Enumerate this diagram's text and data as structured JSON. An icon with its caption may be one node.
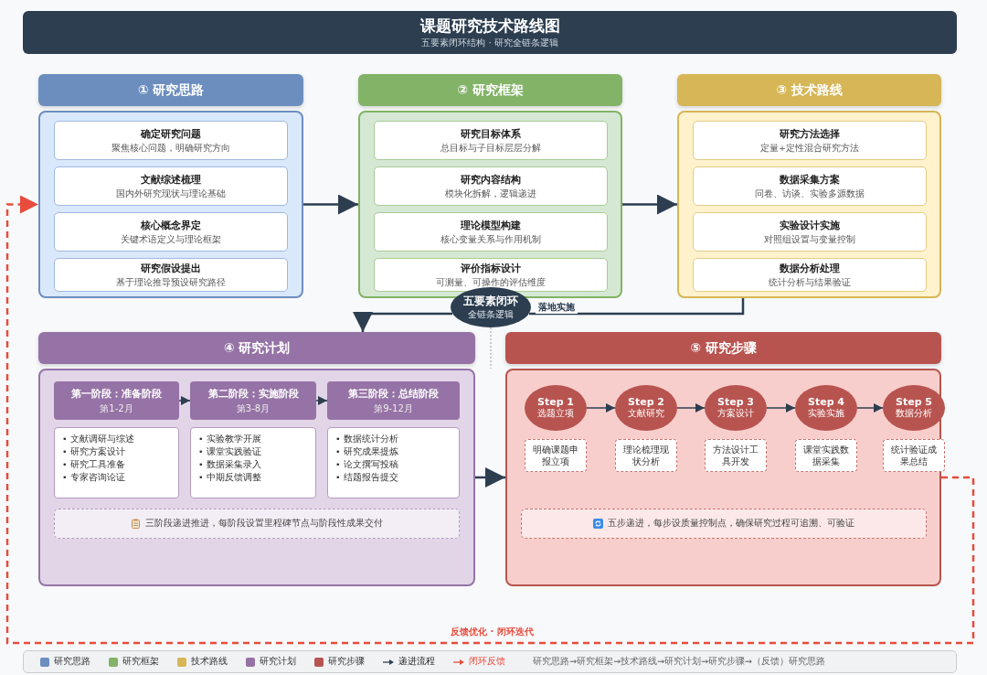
{
  "diagram": {
    "title": "课题研究技术路线图",
    "nodes": [
      {
        "text": [
          "① 研究思路"
        ]
      },
      {
        "text": [],
        "shape": "box"
      },
      {
        "text": [
          "确定研究问题",
          "聚焦核心问题，明确研究方向"
        ],
        "in": 1
      },
      {
        "text": [
          "文献综述梳理",
          "国内外研究现状与理论基础"
        ],
        "in": 1
      },
      {
        "text": [
          "核心概念界定",
          "关键术语定义与理论框架"
        ],
        "in": 1
      },
      {
        "text": [
          "研究假设提出",
          "基于理论推导预设研究路径"
        ],
        "in": 1
      },
      {
        "text": [
          "② 研究框架"
        ]
      },
      {
        "text": [],
        "shape": "box"
      },
      {
        "text": [
          "研究目标体系",
          "总目标与子目标层层分解"
        ],
        "in": 7
      },
      {
        "text": [
          "研究内容结构",
          "模块化拆解，逻辑递进"
        ],
        "in": 7
      },
      {
        "text": [
          "理论模型构建",
          "核心变量关系与作用机制"
        ],
        "in": 7
      },
      {
        "text": [
          "评价指标设计",
          "可测量、可操作的评估维度"
        ],
        "in": 7
      },
      {
        "text": [
          "③ 技术路线"
        ]
      },
      {
        "text": [],
        "shape": "box"
      },
      {
        "text": [
          "研究方法选择",
          "定量+定性混合研究方法"
        ],
        "in": 13
      },
      {
        "text": [
          "数据采集方案",
          "问卷、访谈、实验多源数据"
        ],
        "in": 13
      },
      {
        "text": [
          "实验设计实施",
          "对照组设置与变量控制"
        ],
        "in": 13
      },
      {
        "text": [
          "数据分析处理",
          "统计分析与结果验证"
        ],
        "in": 13
      },
      {
        "text": [
          "五要素闭环",
          "全链条逻辑"
        ]
      },
      {
        "text": [
          "④ 研究计划"
        ]
      },
      {
        "text": [],
        "shape": "box"
      },
      {
        "text": [
          "第一阶段：准备阶段",
          "第1-2月"
        ],
        "in": 20
      },
      {
        "text": [
          "• 文献调研与综述",
          "• 研究方案设计",
          "• 研究工具准备",
          "• 专家咨询论证"
        ],
        "in": 20
      },
      {
        "text": [
          "第二阶段：实施阶段",
          "第3-8月"
        ],
        "in": 20
      },
      {
        "text": [
          "• 实验教学开展",
          "• 课堂实践验证",
          "• 数据采集录入",
          "• 中期反馈调整"
        ],
        "in": 20
      },
      {
        "text": [
          "第三阶段：总结阶段",
          "第9-12月"
        ],
        "in": 20
      },
      {
        "text": [
          "• 数据统计分析",
          "• 研究成果提炼",
          "• 论文撰写投稿",
          "• 结题报告提交"
        ],
        "in": 20
      },
      {
        "text": [
          "三阶段递进推进，每阶段设置里程碑节点与阶段性成果交付"
        ],
        "in": 20
      },
      {
        "text": [
          "⑤ 研究步骤"
        ]
      },
      {
        "text": [],
        "shape": "box"
      },
      {
        "text": [
          "Step 1",
          "选题立项"
        ],
        "in": 29
      },
      {
        "text": [
          "Step 2",
          "文献研究"
        ],
        "in": 29
      },
      {
        "text": [
          "Step 3",
          "方案设计"
        ],
        "in": 29
      },
      {
        "text": [
          "Step 4",
          "实验实施"
        ],
        "in": 29
      },
      {
        "text": [
          "Step 5",
          "数据分析"
        ],
        "in": 29
      },
      {
        "text": [
          "明确课题申报立项"
        ],
        "in": 29
      },
      {
        "text": [
          "理论梳理现状分析"
        ],
        "in": 29
      },
      {
        "text": [
          "方法设计工具开发"
        ],
        "in": 29
      },
      {
        "text": [
          "课堂实践数据采集"
        ],
        "in": 29
      },
      {
        "text": [
          "统计验证成果总结"
        ],
        "in": 29
      },
      {
        "text": [
          "五步递进，每步设质量控制点，确保研究过程可追溯、可验证"
        ],
        "in": 29
      }
    ],
    "edges": [
      {
        "from": 1,
        "to": 7,
        "arrow": "to"
      },
      {
        "from": 7,
        "to": 13,
        "arrow": "to"
      },
      {
        "from": 13,
        "to": 18,
        "arrow": "none",
        "label": "落地实施"
      },
      {
        "from": 18,
        "to": 19,
        "arrow": "to"
      },
      {
        "from": 20,
        "to": 29,
        "arrow": "to"
      },
      {
        "from": 29,
        "to": 1,
        "arrow": "to",
        "label": "反馈优化 · 闭环迭代",
        "style": "dashed",
        "color": "#e74c3c"
      },
      {
        "from": 21,
        "to": 23,
        "arrow": "to"
      },
      {
        "from": 23,
        "to": 25,
        "arrow": "to"
      },
      {
        "from": 30,
        "to": 31,
        "arrow": "to"
      },
      {
        "from": 31,
        "to": 32,
        "arrow": "to"
      },
      {
        "from": 32,
        "to": 33,
        "arrow": "to"
      },
      {
        "from": 33,
        "to": 34,
        "arrow": "to"
      }
    ],
    "labels": [
      "五要素闭环结构 · 研究全链条逻辑",
      "研究思路→研究框架→技术路线→研究计划→研究步骤→（反馈）研究思路"
    ],
    "legend": [
      {
        "text": "研究思路",
        "color": "#6c8ebf"
      },
      {
        "text": "研究框架",
        "color": "#82b366"
      },
      {
        "text": "技术路线",
        "color": "#d6b656"
      },
      {
        "text": "研究计划",
        "color": "#9673a6"
      },
      {
        "text": "研究步骤",
        "color": "#b85450"
      },
      {
        "text": "递进流程"
      },
      {
        "text": "闭环反馈"
      }
    ]
  }
}
